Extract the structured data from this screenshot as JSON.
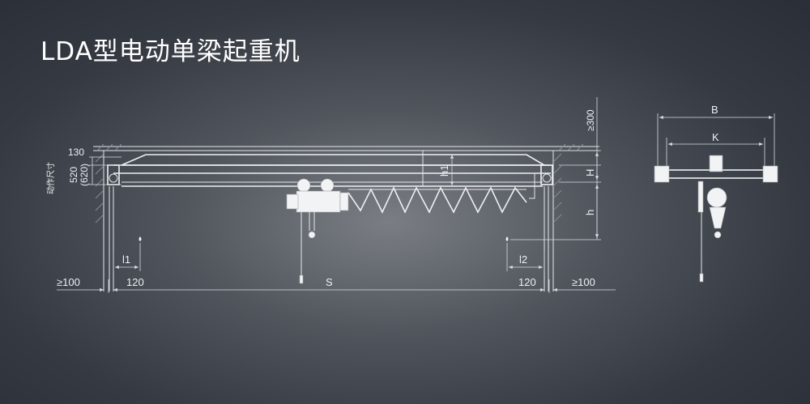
{
  "title": "LDA型电动单梁起重机",
  "labels": {
    "action_size": "动作尺寸",
    "dim_130": "130",
    "dim_520": "520",
    "dim_620": "(620)",
    "h1": "h1",
    "H": "H",
    "h": "h",
    "min300": "≥300",
    "l1": "l1",
    "l2": "l2",
    "left_clear": "≥100",
    "right_clear": "≥100",
    "left_120": "120",
    "right_120": "120",
    "S": "S",
    "B": "B",
    "K": "K"
  }
}
